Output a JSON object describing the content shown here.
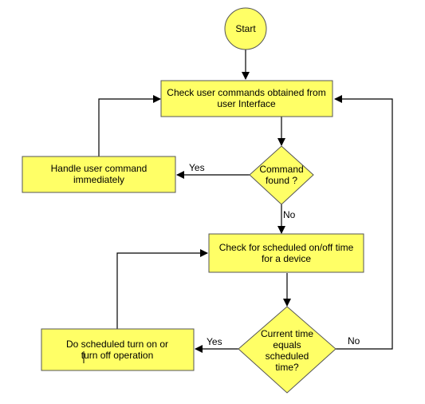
{
  "colors": {
    "node_fill": "#ffff66",
    "node_stroke": "#555555",
    "line": "#000000",
    "background": "#ffffff"
  },
  "nodes": {
    "start": {
      "label": "Start"
    },
    "check_commands": {
      "line1": "Check user commands obtained from",
      "line2": "user Interface"
    },
    "command_found": {
      "line1": "Command",
      "line2": "found ?"
    },
    "handle_command": {
      "line1": "Handle user command",
      "line2": "immediately"
    },
    "check_scheduled": {
      "line1": "Check for scheduled on/off time",
      "line2": "for a device"
    },
    "time_equals": {
      "line1": "Current time",
      "line2": "equals",
      "line3": "scheduled",
      "line4": "time?"
    },
    "scheduled_op": {
      "line1": "Do scheduled turn on or",
      "line2": "turn off operation"
    }
  },
  "edges": {
    "found_yes": "Yes",
    "found_no": "No",
    "time_yes": "Yes",
    "time_no": "No"
  }
}
